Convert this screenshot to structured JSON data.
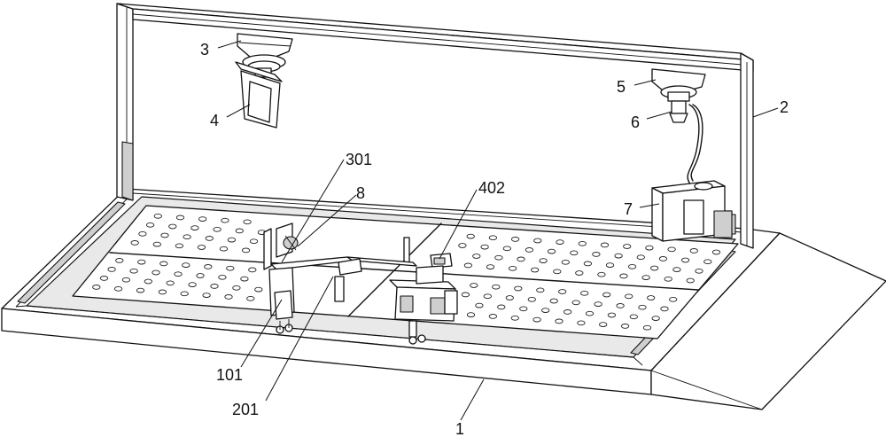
{
  "labels": {
    "frame_base": "1",
    "gantry_frame": "2",
    "top_motor": "3",
    "lamp_panel": "4",
    "right_motor": "5",
    "nozzle": "6",
    "tank": "7",
    "clamp_sensor": "8",
    "slide_rail": "101",
    "cross_bar": "201",
    "left_post": "301",
    "right_block": "402"
  }
}
